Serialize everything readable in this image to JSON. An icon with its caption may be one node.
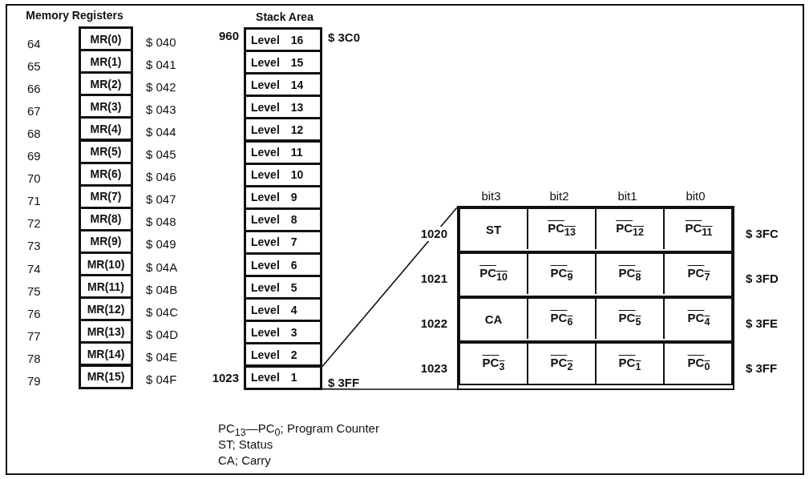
{
  "diagram": {
    "nodes": [
      {
        "text": [
          "MR(0)"
        ],
        "beside": [
          "64",
          "$ 040"
        ]
      },
      {
        "text": [
          "MR(1)"
        ],
        "beside": [
          "65",
          "$ 041"
        ]
      },
      {
        "text": [
          "MR(2)"
        ],
        "beside": [
          "66",
          "$ 042"
        ]
      },
      {
        "text": [
          "MR(3)"
        ],
        "beside": [
          "67",
          "$ 043"
        ]
      },
      {
        "text": [
          "MR(4)"
        ],
        "beside": [
          "68",
          "$ 044"
        ]
      },
      {
        "text": [
          "MR(5)"
        ],
        "beside": [
          "69",
          "$ 045"
        ]
      },
      {
        "text": [
          "MR(6)"
        ],
        "beside": [
          "70",
          "$ 046"
        ]
      },
      {
        "text": [
          "MR(7)"
        ],
        "beside": [
          "71",
          "$ 047"
        ]
      },
      {
        "text": [
          "MR(8)"
        ],
        "beside": [
          "72",
          "$ 048"
        ]
      },
      {
        "text": [
          "MR(9)"
        ],
        "beside": [
          "73",
          "$ 049"
        ]
      },
      {
        "text": [
          "MR(10)"
        ],
        "beside": [
          "74",
          "$ 04A"
        ]
      },
      {
        "text": [
          "MR(11)"
        ],
        "beside": [
          "75",
          "$ 04B"
        ]
      },
      {
        "text": [
          "MR(12)"
        ],
        "beside": [
          "76",
          "$ 04C"
        ]
      },
      {
        "text": [
          "MR(13)"
        ],
        "beside": [
          "77",
          "$ 04D"
        ]
      },
      {
        "text": [
          "MR(14)"
        ],
        "beside": [
          "78",
          "$ 04E"
        ]
      },
      {
        "text": [
          "MR(15)"
        ],
        "beside": [
          "79",
          "$ 04F"
        ]
      },
      {
        "text": [
          "Level 16"
        ],
        "beside": [
          "960",
          "$ 3C0"
        ]
      },
      {
        "text": [
          "Level 15"
        ]
      },
      {
        "text": [
          "Level 14"
        ]
      },
      {
        "text": [
          "Level 13"
        ]
      },
      {
        "text": [
          "Level 12"
        ]
      },
      {
        "text": [
          "Level 11"
        ]
      },
      {
        "text": [
          "Level 10"
        ]
      },
      {
        "text": [
          "Level 9"
        ]
      },
      {
        "text": [
          "Level 8"
        ]
      },
      {
        "text": [
          "Level 7"
        ]
      },
      {
        "text": [
          "Level 6"
        ]
      },
      {
        "text": [
          "Level 5"
        ]
      },
      {
        "text": [
          "Level 4"
        ]
      },
      {
        "text": [
          "Level 3"
        ]
      },
      {
        "text": [
          "Level 2"
        ]
      },
      {
        "text": [
          "Level 1"
        ],
        "beside": [
          "1023",
          "$ 3FF"
        ]
      },
      {
        "text": [],
        "shape": "box"
      },
      {
        "text": [],
        "shape": "box",
        "in": 32,
        "beside": [
          "1020",
          "$ 3FC"
        ]
      },
      {
        "text": [],
        "shape": "box",
        "in": 32,
        "beside": [
          "1021",
          "$ 3FD"
        ]
      },
      {
        "text": [],
        "shape": "box",
        "in": 32,
        "beside": [
          "1022",
          "$ 3FE"
        ]
      },
      {
        "text": [],
        "shape": "box",
        "in": 32,
        "beside": [
          "1023",
          "$ 3FF"
        ]
      },
      {
        "text": [
          "ST"
        ],
        "in": 33
      },
      {
        "text": [
          "PC$_{13}$"
        ],
        "in": 33
      },
      {
        "text": [
          "PC$_{12}$"
        ],
        "in": 33
      },
      {
        "text": [
          "PC$_{11}$"
        ],
        "in": 33
      },
      {
        "text": [
          "PC$_{10}$"
        ],
        "in": 34
      },
      {
        "text": [
          "PC$_{9}$"
        ],
        "in": 34
      },
      {
        "text": [
          "PC$_{8}$"
        ],
        "in": 34
      },
      {
        "text": [
          "PC$_{7}$"
        ],
        "in": 34
      },
      {
        "text": [
          "CA"
        ],
        "in": 35
      },
      {
        "text": [
          "PC$_{6}$"
        ],
        "in": 35
      },
      {
        "text": [
          "PC$_{5}$"
        ],
        "in": 35
      },
      {
        "text": [
          "PC$_{4}$"
        ],
        "in": 35
      },
      {
        "text": [
          "PC$_{3}$"
        ],
        "in": 36
      },
      {
        "text": [
          "PC$_{2}$"
        ],
        "in": 36
      },
      {
        "text": [
          "PC$_{1}$"
        ],
        "in": 36
      },
      {
        "text": [
          "PC$_{0}$"
        ],
        "in": 36
      }
    ],
    "edges": [
      {
        "from": 31,
        "to": 32,
        "arrow": "none"
      },
      {
        "from": 31,
        "to": 32,
        "arrow": "none"
      }
    ],
    "labels": [
      "Memory Registers",
      "Stack Area",
      "bit3",
      "bit2",
      "bit1",
      "bit0",
      "PC$_{13}$—PC$_{0}$; Program Counter",
      "ST; Status",
      "CA; Carry"
    ]
  }
}
